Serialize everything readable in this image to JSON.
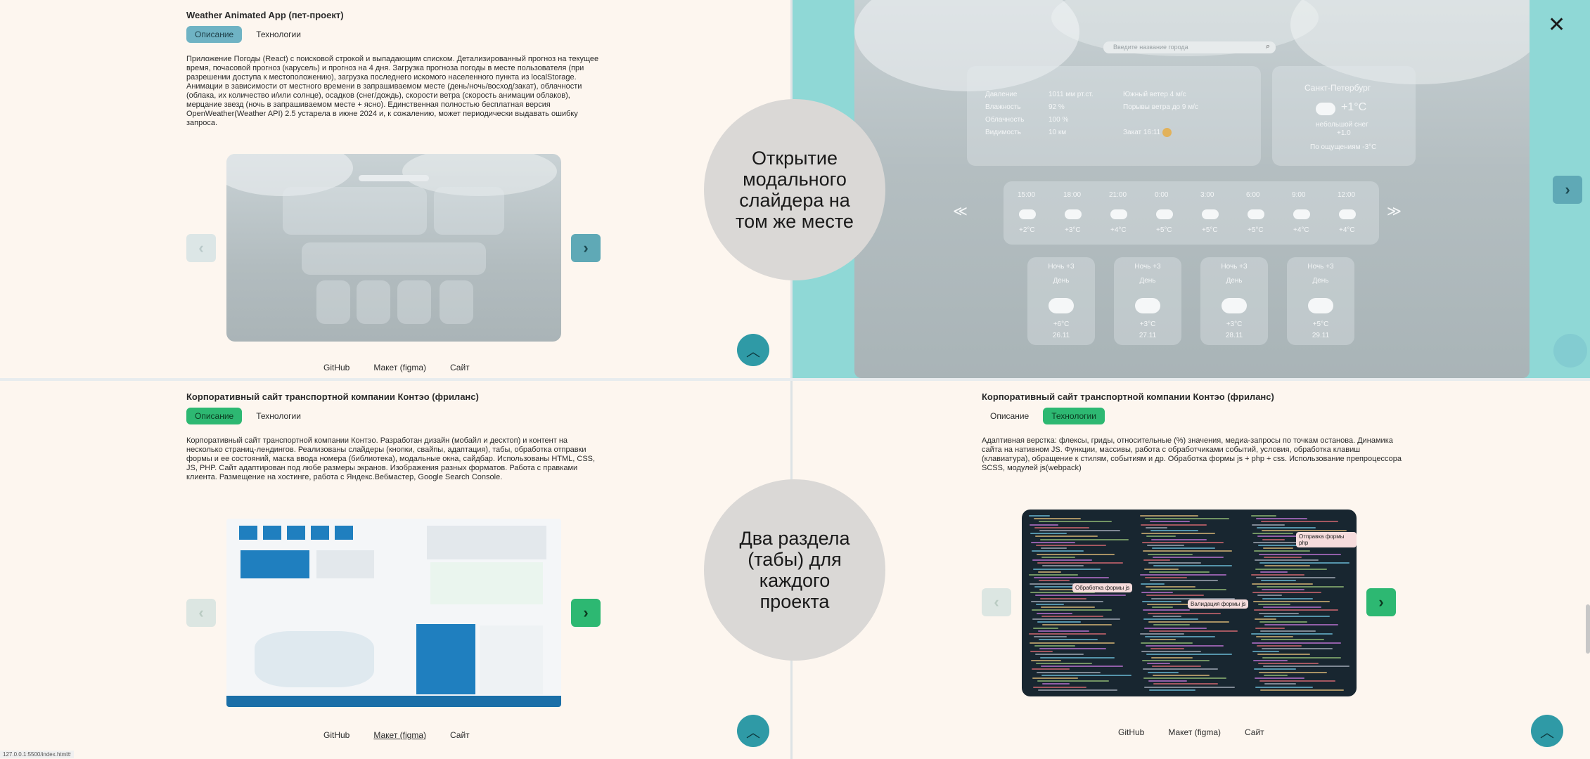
{
  "weather_project": {
    "title": "Weather Animated App (пет-проект)",
    "tabs": [
      "Описание",
      "Технологии"
    ],
    "description": "Приложение Погоды (React) с поисковой строкой и выпадающим списком. Детализированный прогноз на текущее время, почасовой прогноз (карусель) и прогноз на 4 дня. Загрузка прогноза погоды в месте пользователя (при разрешении доступа к местоположению), загрузка последнего искомого населенного пункта из localStorage. Анимации в зависимости от местного времени в запрашиваемом месте (день/ночь/восход/закат), облачности (облака, их количество и/или солнце), осадков (снег/дождь), скорости ветра (скорость анимации облаков), мерцание звезд (ночь в запрашиваемом месте + ясно). Единственная полностью бесплатная версия OpenWeather(Weather API) 2.5 устарела в июне 2024 и, к сожалению, может периодически выдавать ошибку запроса.",
    "links": [
      "GitHub",
      "Макет (figma)",
      "Сайт"
    ]
  },
  "annotations": {
    "modal": "Открытие модального слайдера на том же месте",
    "tabs": "Два раздела (табы) для каждого проекта"
  },
  "weather_modal": {
    "search_placeholder": "Введите название города",
    "details": [
      {
        "label": "Давление",
        "value": "1011 мм рт.ст."
      },
      {
        "label": "Влажность",
        "value": "92 %"
      },
      {
        "label": "Облачность",
        "value": "100 %"
      },
      {
        "label": "Видимость",
        "value": "10 км"
      }
    ],
    "wind": [
      "Южный ветер 4 м/с",
      "Порывы ветра до 9 м/с"
    ],
    "sunset": "Закат 16:11",
    "city": "Санкт-Петербург",
    "temp": "+1°C",
    "condition": "небольшой снег",
    "feels": "+1.0",
    "feels_label": "По ощущениям -3°C",
    "hours": [
      "15:00",
      "18:00",
      "21:00",
      "0:00",
      "3:00",
      "6:00",
      "9:00",
      "12:00"
    ],
    "hour_temps": [
      "+2°C",
      "+3°C",
      "+4°C",
      "+5°C",
      "+5°C",
      "+5°C",
      "+4°C",
      "+4°C"
    ],
    "days": [
      {
        "night": "Ночь +3",
        "day": "День",
        "temp": "+6°C",
        "date": "26.11"
      },
      {
        "night": "Ночь +3",
        "day": "День",
        "temp": "+3°C",
        "date": "27.11"
      },
      {
        "night": "Ночь +3",
        "day": "День",
        "temp": "+3°C",
        "date": "28.11"
      },
      {
        "night": "Ночь +3",
        "day": "День",
        "temp": "+5°C",
        "date": "29.11"
      }
    ],
    "prev_arrows": "≪",
    "next_arrows": "≫",
    "close": "✕"
  },
  "kontaeo_left": {
    "title": "Корпоративный сайт транспортной компании Контэо (фриланс)",
    "tabs": [
      "Описание",
      "Технологии"
    ],
    "description": "Корпоративный сайт транспортной компании Контэо. Разработан дизайн (мобайл и десктоп) и контент на несколько страниц-лендингов. Реализованы слайдеры (кнопки, свайпы, адаптация), табы, обработка отправки формы и ее состояний, маска ввода номера (библиотека), модальные окна, сайдбар. Использованы HTML, CSS, JS, PHP. Сайт адаптирован под любе размеры экранов. Изображения разных форматов. Работа с правками клиента. Размещение на хостинге, работа с Яндекс.Вебмастер, Google Search Console.",
    "links": [
      "GitHub",
      "Макет (figma)",
      "Сайт"
    ]
  },
  "kontaeo_right": {
    "title": "Корпоративный сайт транспортной компании Контэо (фриланс)",
    "tabs": [
      "Описание",
      "Технологии"
    ],
    "description": "Адаптивная верстка: флексы, гриды, относительные (%) значения, медиа-запросы по точкам останова. Динамика сайта на нативном JS. Функции, массивы, работа с обработчиками событий, условия, обработка клавиш (клавиатура), обращение к стилям, событиям и др. Обработка формы js + php + css. Использование препроцессора SCSS, модулей js(webpack)",
    "code_labels": [
      "Отправка формы php",
      "Обработка формы js",
      "Валидация формы js"
    ],
    "links": [
      "GitHub",
      "Макет (figma)",
      "Сайт"
    ]
  },
  "status_url": "127.0.0.1:5500/index.html#",
  "colors": {
    "bg": "#fdf6ef",
    "teal": "#8fd8d6",
    "blue_active": "#6fb3c4",
    "green": "#2db872"
  }
}
